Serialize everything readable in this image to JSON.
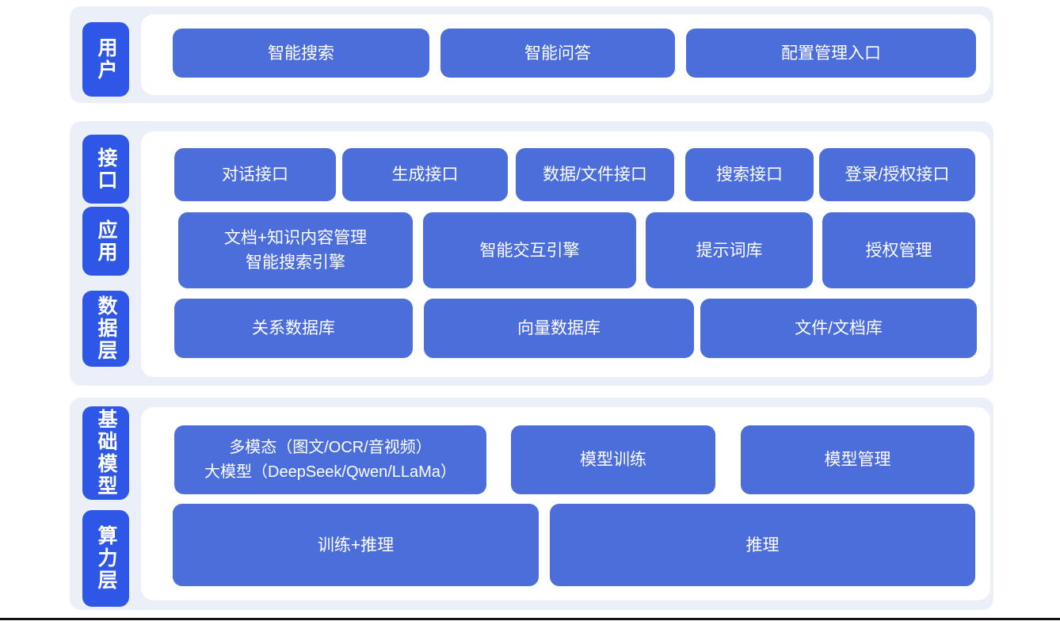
{
  "palette": {
    "pill_blue": "#2e57e8",
    "box_blue": "#4b6eda",
    "section_bg": "#eaeff8",
    "panel_bg": "#ffffff",
    "label_text": "#ffffff",
    "bottom_line": "#0f1115"
  },
  "sections": [
    {
      "name": "user-layer",
      "labels": [
        {
          "text": "用户"
        }
      ],
      "rows": [
        {
          "boxes": [
            {
              "text": "智能搜索"
            },
            {
              "text": "智能问答"
            },
            {
              "text": "配置管理入口"
            }
          ]
        }
      ]
    },
    {
      "name": "interface-application-data-layers",
      "labels": [
        {
          "text": "接口"
        },
        {
          "text": "应用"
        },
        {
          "text": "数据层"
        }
      ],
      "rows": [
        {
          "boxes": [
            {
              "text": "对话接口"
            },
            {
              "text": "生成接口"
            },
            {
              "text": "数据/文件接口"
            },
            {
              "text": "搜索接口"
            },
            {
              "text": "登录/授权接口"
            }
          ]
        },
        {
          "boxes": [
            {
              "text": "文档+知识内容管理\n智能搜索引擎"
            },
            {
              "text": "智能交互引擎"
            },
            {
              "text": "提示词库"
            },
            {
              "text": "授权管理"
            }
          ]
        },
        {
          "boxes": [
            {
              "text": "关系数据库"
            },
            {
              "text": "向量数据库"
            },
            {
              "text": "文件/文档库"
            }
          ]
        }
      ]
    },
    {
      "name": "foundation-model-compute-layers",
      "labels": [
        {
          "text": "基础模型"
        },
        {
          "text": "算力层"
        }
      ],
      "rows": [
        {
          "boxes": [
            {
              "text": "多模态（图文/OCR/音视频）\n大模型（DeepSeek/Qwen/LLaMa）"
            },
            {
              "text": "模型训练"
            },
            {
              "text": "模型管理"
            }
          ]
        },
        {
          "boxes": [
            {
              "text": "训练+推理"
            },
            {
              "text": "推理"
            }
          ]
        }
      ]
    }
  ]
}
